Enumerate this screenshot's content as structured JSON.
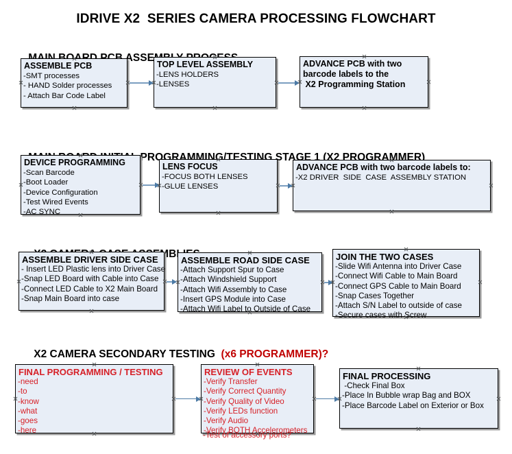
{
  "document": {
    "title": "IDRIVE X2  SERIES CAMERA PROCESSING FLOWCHART"
  },
  "sections": [
    {
      "id": "main-board-pcb-assembly",
      "heading": "MAIN BOARD PCB ASSEMBLY PROCESS",
      "heading_accent": "",
      "nodes": [
        {
          "id": "assemble-pcb",
          "title": "ASSEMBLE PCB",
          "lines": [
            "-SMT processes",
            "- HAND Solder processes",
            "- Attach Bar Code Label"
          ]
        },
        {
          "id": "top-level-assembly",
          "title": "TOP LEVEL ASSEMBLY",
          "lines": [
            "-LENS HOLDERS",
            "-LENSES"
          ]
        },
        {
          "id": "advance-pcb-programming-station",
          "title": "ADVANCE PCB with two",
          "lines": [
            "barcode labels to the",
            " X2 Programming Station"
          ]
        }
      ]
    },
    {
      "id": "main-board-initial-programming",
      "heading": "MAIN BOARD INITIAL PROGRAMMING/TESTING STAGE 1 (X2 PROGRAMMER)",
      "heading_accent": "",
      "nodes": [
        {
          "id": "device-programming",
          "title": "DEVICE PROGRAMMING",
          "lines": [
            "-Scan Barcode",
            "-Boot Loader",
            "-Device Configuration",
            "-Test Wired Events",
            "-AC SYNC"
          ]
        },
        {
          "id": "lens-focus",
          "title": "LENS FOCUS",
          "lines": [
            "-FOCUS BOTH LENSES",
            "-GLUE LENSES"
          ]
        },
        {
          "id": "advance-pcb-driver-side-case",
          "title": "ADVANCE PCB with two barcode labels to:",
          "lines": [
            "-X2 DRIVER  SIDE  CASE  ASSEMBLY STATION"
          ]
        }
      ]
    },
    {
      "id": "x2-camera-case-assemblies",
      "heading": "X2 CAMERA CASE ASSEMBLIES",
      "heading_accent": "",
      "nodes": [
        {
          "id": "assemble-driver-side-case",
          "title": "ASSEMBLE DRIVER SIDE CASE",
          "lines": [
            "- Insert LED Plastic lens into Driver Case",
            "-Snap LED Board with Cable into Case",
            "-Connect LED Cable to X2 Main Board",
            "-Snap Main Board into case"
          ]
        },
        {
          "id": "assemble-road-side-case",
          "title": "ASSEMBLE ROAD SIDE CASE",
          "lines": [
            "-Attach Support Spur to Case",
            "-Attach Windshield Support",
            "-Attach Wifi Assembly to Case",
            "-Insert GPS Module into Case",
            "-Attach Wifi Label to Outside of Case"
          ]
        },
        {
          "id": "join-the-two-cases",
          "title": "JOIN THE TWO CASES",
          "lines": [
            "-Slide Wifi Antenna into Driver Case",
            "-Connect Wifi Cable to Main Board",
            "-Connect GPS Cable to Main Board",
            "-Snap Cases Together",
            "-Attach S/N Label to outside of case",
            "-Secure cases with Screw"
          ]
        }
      ]
    },
    {
      "id": "x2-camera-secondary-testing",
      "heading": "X2 CAMERA SECONDARY TESTING  ",
      "heading_accent": "(x6 PROGRAMMER)?",
      "nodes": [
        {
          "id": "final-programming-testing",
          "title": "FINAL PROGRAMMING / TESTING",
          "lines": [
            "-need",
            "-to",
            "-know",
            "-what",
            "-goes",
            "-here"
          ]
        },
        {
          "id": "review-of-events",
          "title": "REVIEW OF EVENTS",
          "lines": [
            "-Verify Transfer",
            "-Verify Correct Quantity",
            "-Verify Quality of Video",
            "-Verify LEDs function",
            "-Verify Audio",
            "-Verify BOTH Accelerometers"
          ],
          "overflow_line": "-Test of accessory ports?"
        },
        {
          "id": "final-processing",
          "title": "FINAL PROCESSING",
          "lines": [
            " -Check Final Box",
            "-Place In Bubble wrap Bag and BOX",
            "-Place Barcode Label on Exterior or Box"
          ]
        }
      ]
    }
  ],
  "colors": {
    "node_fill": "#e8eef7",
    "node_border": "#000000",
    "red_text": "#d62027",
    "accent_red": "#c00000",
    "arrow": "#4d7ba6"
  }
}
